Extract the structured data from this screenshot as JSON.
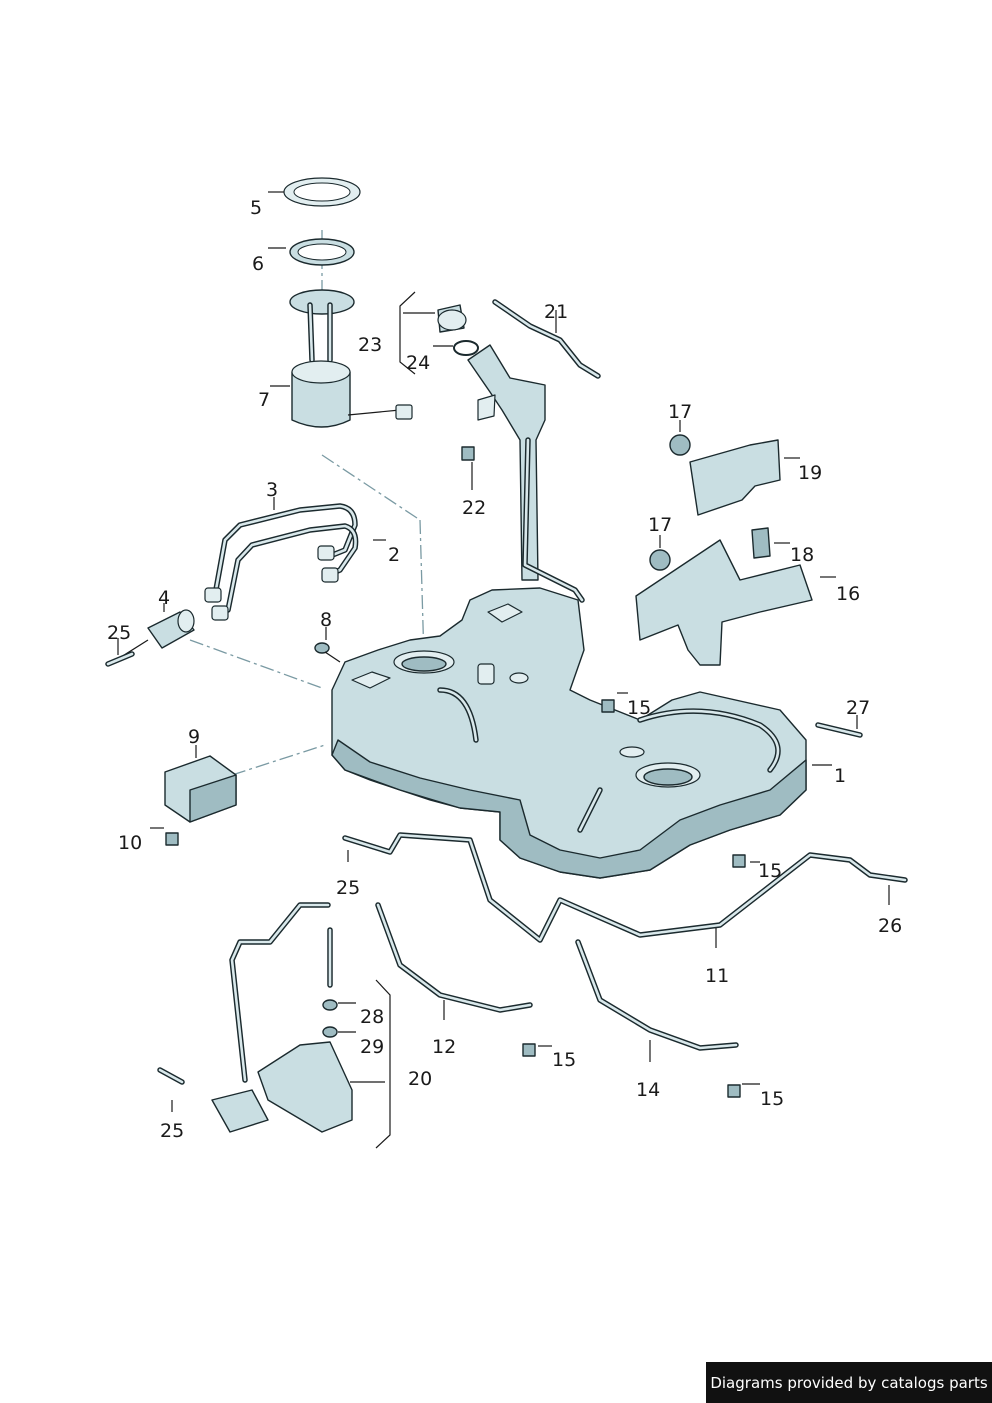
{
  "callouts": [
    {
      "id": "c1",
      "text": "1"
    },
    {
      "id": "c2",
      "text": "2"
    },
    {
      "id": "c3",
      "text": "3"
    },
    {
      "id": "c4",
      "text": "4"
    },
    {
      "id": "c5",
      "text": "5"
    },
    {
      "id": "c6",
      "text": "6"
    },
    {
      "id": "c7",
      "text": "7"
    },
    {
      "id": "c8",
      "text": "8"
    },
    {
      "id": "c9",
      "text": "9"
    },
    {
      "id": "c10",
      "text": "10"
    },
    {
      "id": "c11",
      "text": "11"
    },
    {
      "id": "c12",
      "text": "12"
    },
    {
      "id": "c14",
      "text": "14"
    },
    {
      "id": "c15a",
      "text": "15"
    },
    {
      "id": "c15b",
      "text": "15"
    },
    {
      "id": "c15c",
      "text": "15"
    },
    {
      "id": "c15d",
      "text": "15"
    },
    {
      "id": "c16",
      "text": "16"
    },
    {
      "id": "c17a",
      "text": "17"
    },
    {
      "id": "c17b",
      "text": "17"
    },
    {
      "id": "c18",
      "text": "18"
    },
    {
      "id": "c19",
      "text": "19"
    },
    {
      "id": "c20",
      "text": "20"
    },
    {
      "id": "c21",
      "text": "21"
    },
    {
      "id": "c22",
      "text": "22"
    },
    {
      "id": "c23",
      "text": "23"
    },
    {
      "id": "c24",
      "text": "24"
    },
    {
      "id": "c25a",
      "text": "25"
    },
    {
      "id": "c25b",
      "text": "25"
    },
    {
      "id": "c25c",
      "text": "25"
    },
    {
      "id": "c26",
      "text": "26"
    },
    {
      "id": "c27",
      "text": "27"
    },
    {
      "id": "c28",
      "text": "28"
    },
    {
      "id": "c29",
      "text": "29"
    }
  ],
  "footer": {
    "text": "Diagrams provided by catalogs parts"
  }
}
